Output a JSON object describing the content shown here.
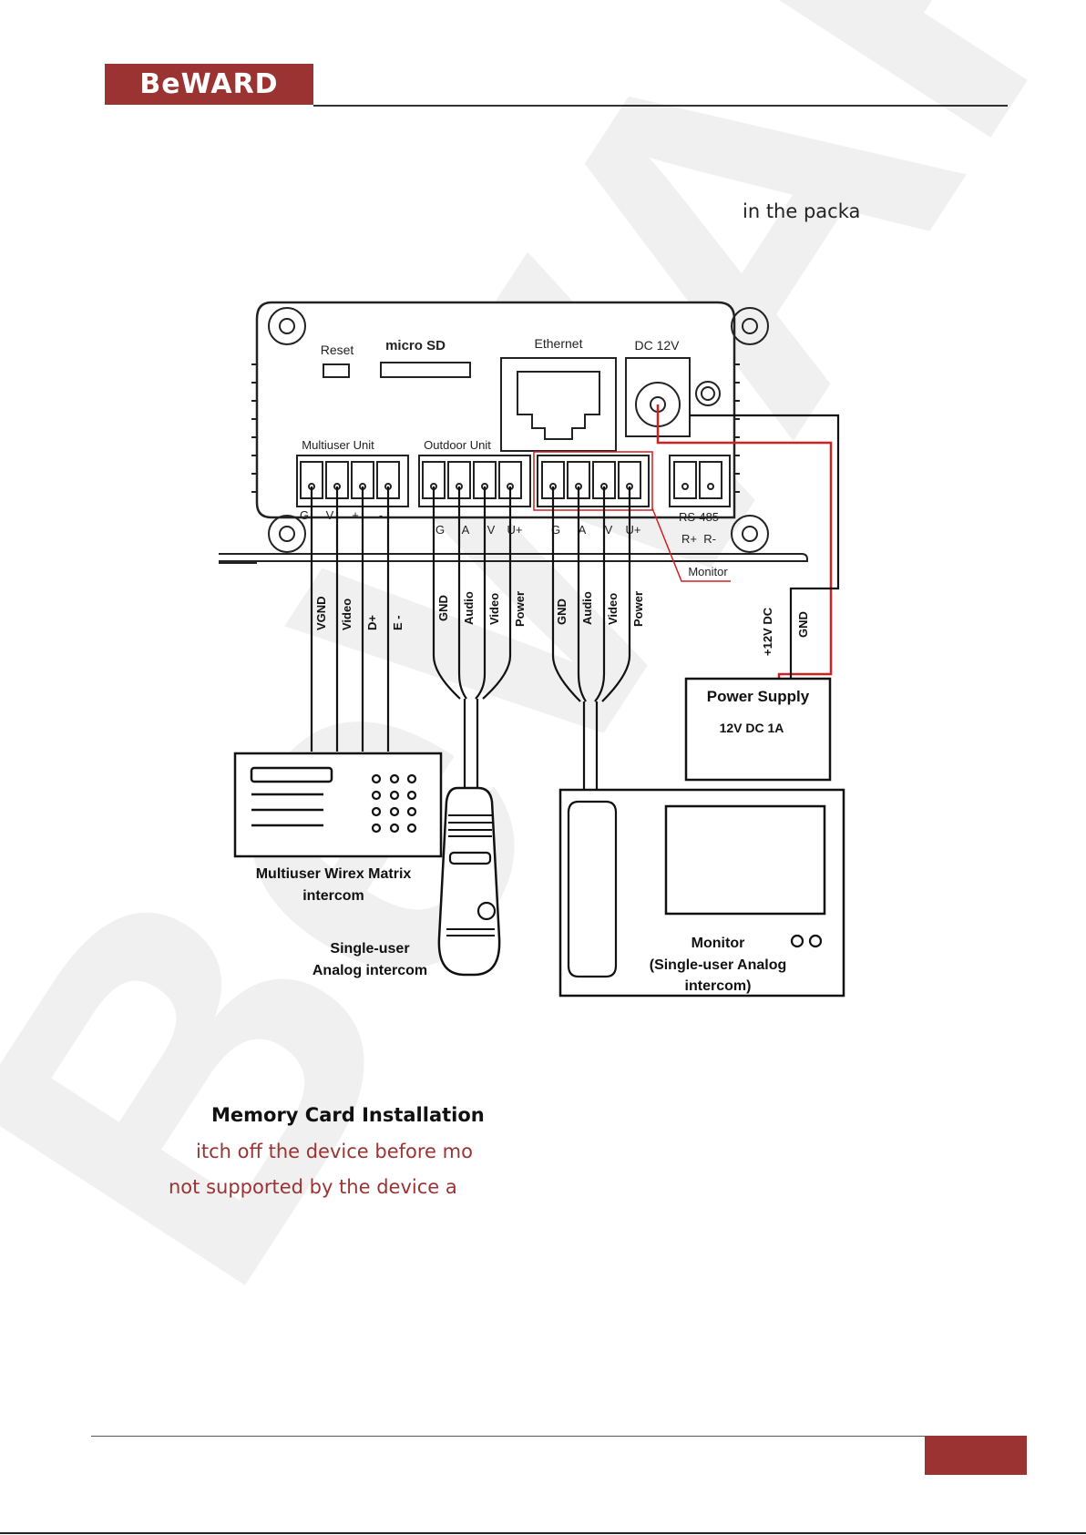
{
  "header": {
    "logo_text": "BeWARD",
    "brand_color": "#9b3333"
  },
  "text_fragment_top": "in the packa",
  "watermark_text": "BeWARD",
  "diagram": {
    "top_labels": {
      "reset": "Reset",
      "microsd": "micro SD",
      "ethernet": "Ethernet",
      "dc12v": "DC 12V"
    },
    "group_labels": {
      "multiuser_unit": "Multiuser Unit",
      "outdoor_unit": "Outdoor Unit",
      "rs485": "RS-485",
      "rs485_pins": "R+  R-",
      "monitor_callout": "Monitor"
    },
    "pins_multiuser": [
      "G",
      "V",
      "+",
      "-"
    ],
    "pins_outdoor": [
      "G",
      "A",
      "V",
      "U+"
    ],
    "pins_monitor": [
      "G",
      "A",
      "V",
      "U+"
    ],
    "wires_multiuser": [
      "VGND",
      "Video",
      "D+",
      "E -"
    ],
    "wires_outdoor": [
      "GND",
      "Audio",
      "Video",
      "Power"
    ],
    "wires_monitor": [
      "GND",
      "Audio",
      "Video",
      "Power"
    ],
    "power_wires": [
      "+12V DC",
      "GND"
    ],
    "power_supply": {
      "title": "Power Supply",
      "spec": "12V DC 1A"
    },
    "device_labels": {
      "multiuser_line1": "Multiuser Wirex Matrix",
      "multiuser_line2": "intercom",
      "single_line1": "Single-user",
      "single_line2": "Analog intercom",
      "monitor_line1": "Monitor",
      "monitor_line2": "(Single-user Analog",
      "monitor_line3": "intercom)"
    },
    "accent_color": "#d02020"
  },
  "section": {
    "heading": "Memory Card Installation",
    "warning_line1": "itch off the device before mo",
    "warning_line2": "not supported by the device a"
  },
  "footer": {
    "page_number": ""
  }
}
